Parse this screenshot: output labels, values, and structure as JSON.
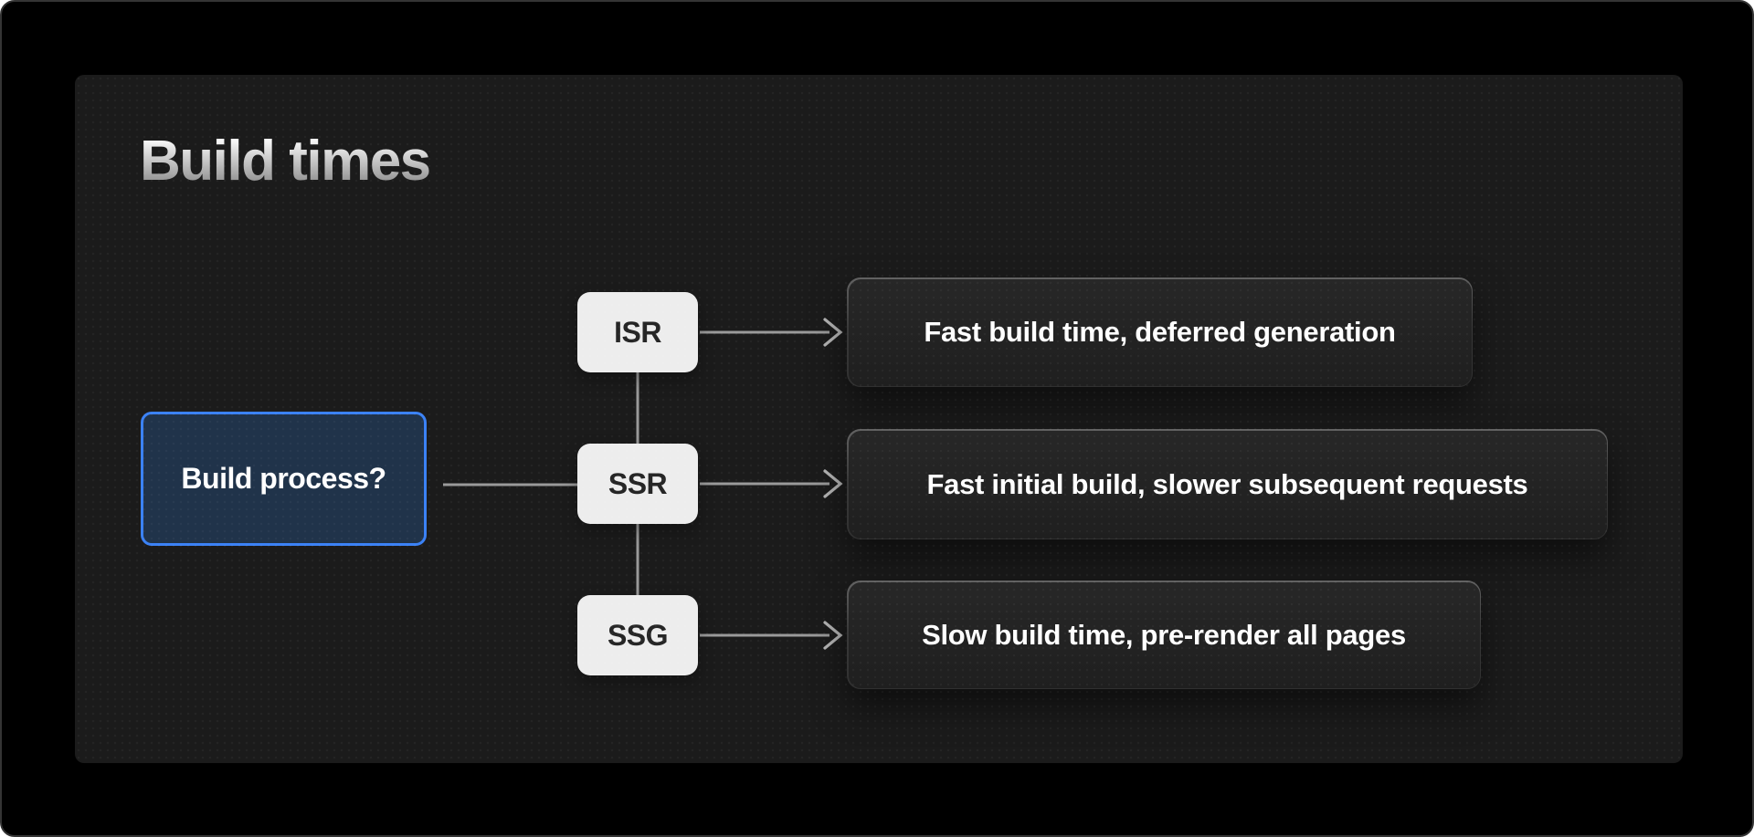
{
  "title": "Build times",
  "root": {
    "label": "Build process?"
  },
  "branches": [
    {
      "node": "ISR",
      "outcome": "Fast build time, deferred generation"
    },
    {
      "node": "SSR",
      "outcome": "Fast initial build, slower subsequent requests"
    },
    {
      "node": "SSG",
      "outcome": "Slow build time, pre-render all pages"
    }
  ],
  "colors": {
    "window_background": "#000000",
    "panel_background": "#1b1b1b",
    "root_fill": "#20334a",
    "root_border": "#3b82f6",
    "node_fill": "#ededed",
    "node_text": "#262626",
    "outcome_fill": "#232323",
    "outcome_border_top": "#626262",
    "outcome_text": "#ffffff",
    "connector_line": "#9a9a9a",
    "arrowhead": "#b5b5b5",
    "title_gradient_top": "#fbfbfb",
    "title_gradient_bottom": "#878787"
  }
}
